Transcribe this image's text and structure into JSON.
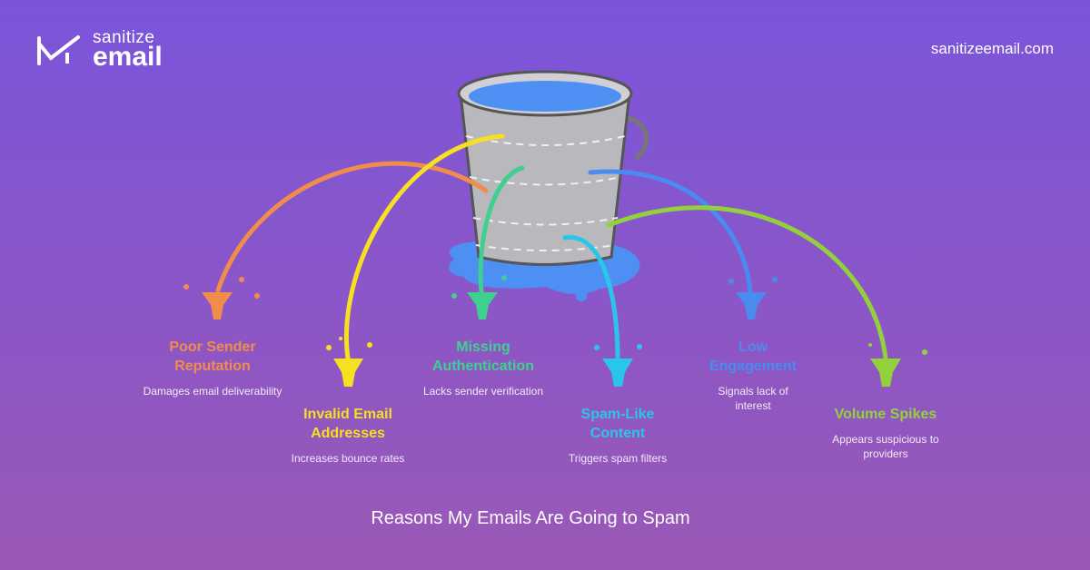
{
  "brand": {
    "logo_top": "sanitize",
    "logo_bottom": "email",
    "site": "sanitizeemail.com"
  },
  "caption": "Reasons My Emails Are Going to Spam",
  "reasons": [
    {
      "title": "Poor Sender Reputation",
      "desc": "Damages email deliverability",
      "color": "#f08c4c"
    },
    {
      "title": "Invalid Email Addresses",
      "desc": "Increases bounce rates",
      "color": "#f7df22"
    },
    {
      "title": "Missing Authentication",
      "desc": "Lacks sender verification",
      "color": "#3ed08f"
    },
    {
      "title": "Spam-Like Content",
      "desc": "Triggers spam filters",
      "color": "#2ac6ea"
    },
    {
      "title": "Low Engagement",
      "desc": "Signals lack of interest",
      "color": "#4a8bf0"
    },
    {
      "title": "Volume Spikes",
      "desc": "Appears suspicious to providers",
      "color": "#93d13c"
    }
  ]
}
